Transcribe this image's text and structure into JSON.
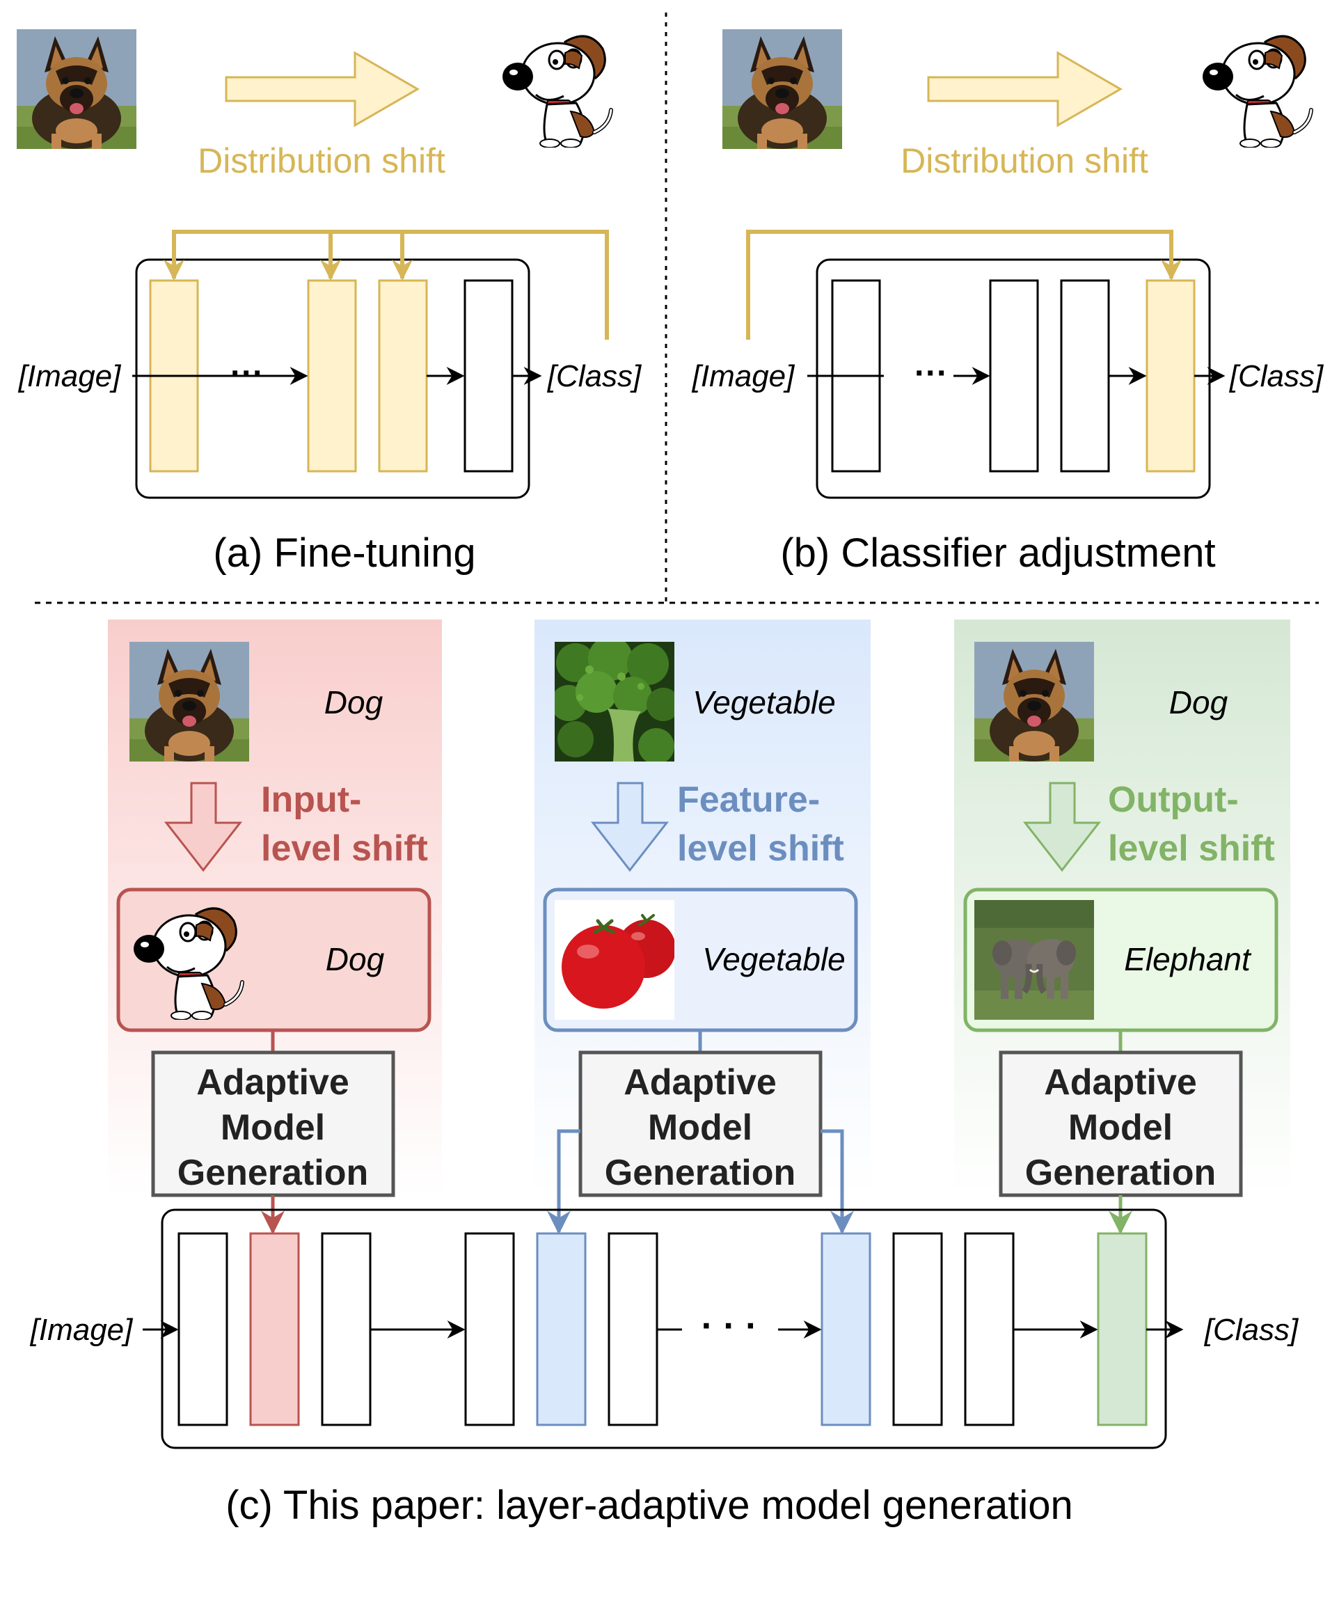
{
  "colors": {
    "yellow_stroke": "#D6B656",
    "yellow_fill": "#FFF2CC",
    "red_stroke": "#B85450",
    "red_fill": "#F8CECC",
    "blue_stroke": "#6C8EBF",
    "blue_fill": "#DAE8FC",
    "green_stroke": "#82B366",
    "green_fill": "#D5E8D4",
    "gray_stroke": "#555555",
    "gray_fill": "#F5F5F5"
  },
  "panel_a": {
    "shift_label": "Distribution shift",
    "input_label": "[Image]",
    "output_label": "[Class]",
    "dots": "···",
    "caption": "(a) Fine-tuning"
  },
  "panel_b": {
    "shift_label": "Distribution shift",
    "input_label": "[Image]",
    "output_label": "[Class]",
    "dots": "···",
    "caption": "(b) Classifier adjustment"
  },
  "panel_c": {
    "columns": {
      "input": {
        "source_label": "Dog",
        "shift_line1": "Input-",
        "shift_line2": "level shift",
        "target_label": "Dog",
        "generator_line1": "Adaptive",
        "generator_line2": "Model",
        "generator_line3": "Generation"
      },
      "feature": {
        "source_label": "Vegetable",
        "shift_line1": "Feature-",
        "shift_line2": "level shift",
        "target_label": "Vegetable",
        "generator_line1": "Adaptive",
        "generator_line2": "Model",
        "generator_line3": "Generation"
      },
      "output": {
        "source_label": "Dog",
        "shift_line1": "Output-",
        "shift_line2": "level shift",
        "target_label": "Elephant",
        "generator_line1": "Adaptive",
        "generator_line2": "Model",
        "generator_line3": "Generation"
      }
    },
    "input_label": "[Image]",
    "output_label": "[Class]",
    "dots": "· · ·",
    "caption": "(c) This paper: layer-adaptive model generation"
  }
}
